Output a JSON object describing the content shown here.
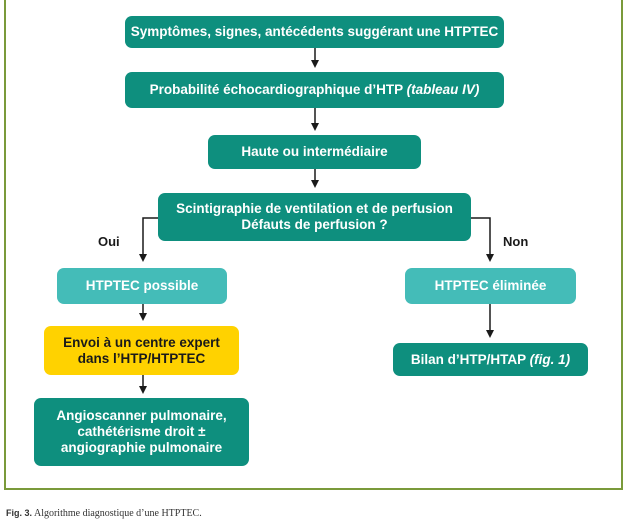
{
  "flowchart": {
    "box_symptomes": "Symptômes, signes, antécédents suggérant une HTPTEC",
    "box_probabilite_main": "Probabilité échocardiographique d’HTP ",
    "box_probabilite_ref": "(tableau IV)",
    "box_haute": "Haute ou intermédiaire",
    "box_scintigraphie": "Scintigraphie de ventilation et de perfusion\nDéfauts de perfusion ?",
    "label_oui": "Oui",
    "label_non": "Non",
    "box_htptec_possible": "HTPTEC possible",
    "box_htptec_eliminee": "HTPTEC éliminée",
    "box_envoi": "Envoi à un centre expert\ndans l’HTP/HTPTEC",
    "box_bilan_main": "Bilan d’HTP/HTAP ",
    "box_bilan_ref": "(fig. 1)",
    "box_angioscanner": "Angioscanner pulmonaire,\ncathétérisme droit ±\nangiographie pulmonaire"
  },
  "caption": {
    "prefix": "Fig. 3.",
    "text": "Algorithme diagnostique d’une HTPTEC."
  },
  "colors": {
    "dark_teal": "#0e8f7e",
    "light_teal": "#44bcb8",
    "yellow": "#ffd200",
    "frame_green": "#7a9a3a"
  }
}
